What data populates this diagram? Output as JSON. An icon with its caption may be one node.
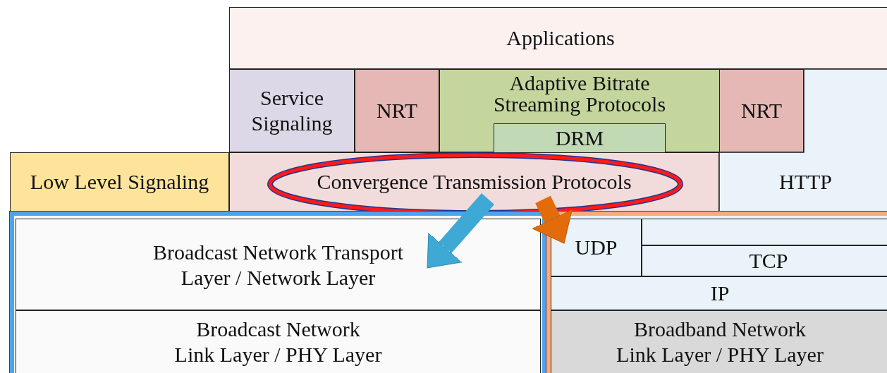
{
  "diagram": {
    "nodes": [
      {
        "text": [
          "Applications"
        ]
      },
      {
        "text": [
          "Service Signaling"
        ]
      },
      {
        "text": [
          "NRT"
        ]
      },
      {
        "text": [
          "Adaptive Bitrate Streaming Protocols"
        ]
      },
      {
        "text": [
          "DRM"
        ],
        "in": 3
      },
      {
        "text": [
          "NRT"
        ]
      },
      {
        "text": [
          "HTTP"
        ]
      },
      {
        "text": [
          "Low Level Signaling"
        ]
      },
      {
        "text": [
          "Convergence Transmission Protocols"
        ]
      },
      {
        "text": [],
        "shape": "box"
      },
      {
        "text": [
          "Broadcast Network Transport Layer / Network Layer"
        ],
        "in": 9
      },
      {
        "text": [
          "Broadcast Network Link Layer / PHY Layer"
        ],
        "in": 9
      },
      {
        "text": [],
        "shape": "box"
      },
      {
        "text": [
          "UDP"
        ],
        "in": 12
      },
      {
        "text": [],
        "shape": "box",
        "in": 12
      },
      {
        "text": [
          "TCP"
        ],
        "in": 12
      },
      {
        "text": [
          "IP"
        ],
        "in": 12
      },
      {
        "text": [
          "Broadband Network Link Layer / PHY Layer"
        ],
        "in": 12
      }
    ],
    "edges": [
      {
        "from": 8,
        "to": 10,
        "arrow": "to",
        "color": "#3fa9d5"
      },
      {
        "from": 8,
        "to": 12,
        "arrow": "to",
        "color": "#e36c0a"
      }
    ]
  }
}
